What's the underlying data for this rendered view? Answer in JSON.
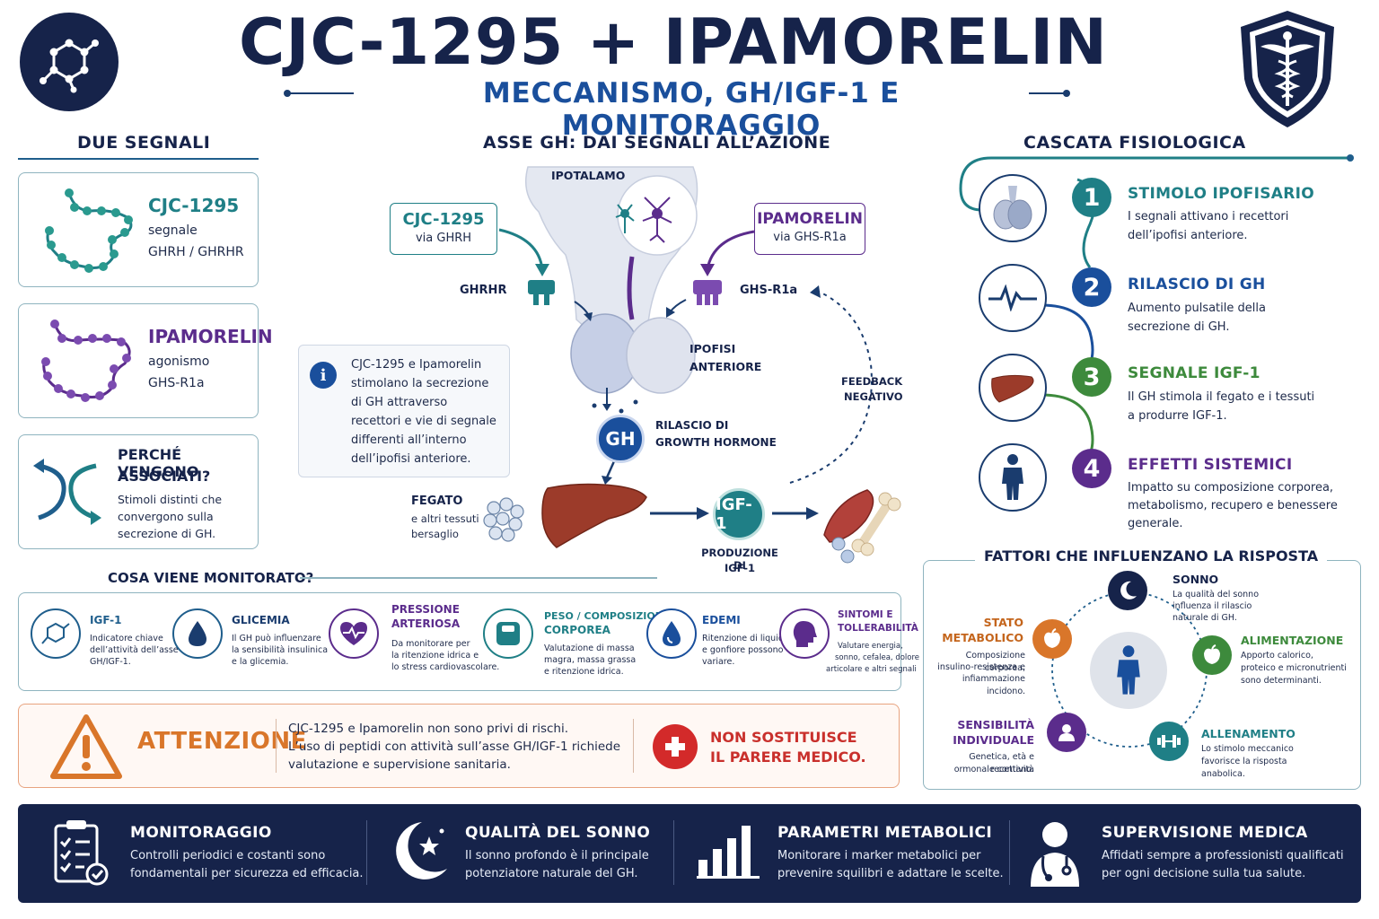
{
  "header": {
    "title": "CJC-1295 + IPAMORELIN",
    "subtitle": "MECCANISMO, GH/IGF-1 E MONITORAGGIO",
    "logo_icon": "molecule-icon",
    "badge_icon": "caduceus-shield-icon"
  },
  "due_segnali": {
    "title": "DUE SEGNALI",
    "cards": [
      {
        "name": "CJC-1295",
        "line1": "segnale",
        "line2": "GHRH / GHRHR",
        "color": "#1f7f86"
      },
      {
        "name": "IPAMORELIN",
        "line1": "agonismo",
        "line2": "GHS-R1a",
        "color": "#5b2c8c"
      }
    ],
    "why": {
      "title1": "PERCHÉ VENGONO",
      "title2": "ASSOCIATI?",
      "text1": "Stimoli distinti che",
      "text2": "convergono sulla",
      "text3": "secrezione di GH."
    }
  },
  "asse": {
    "title": "ASSE GH: DAI SEGNALI ALL’AZIONE",
    "ipotalamo": "IPOTALAMO",
    "cjc_box": {
      "name": "CJC-1295",
      "via": "via GHRH"
    },
    "ipa_box": {
      "name": "IPAMORELIN",
      "via": "via GHS-R1a"
    },
    "ghrhr": "GHRHR",
    "ghsr": "GHS-R1a",
    "ipofisi1": "IPOFISI",
    "ipofisi2": "ANTERIORE",
    "info": [
      "CJC-1295 e Ipamorelin",
      "stimolano la secrezione",
      "di GH attraverso",
      "recettori e vie di segnale",
      "differenti all’interno",
      "dell’ipofisi anteriore."
    ],
    "gh": "GH",
    "rilascio1": "RILASCIO DI",
    "rilascio2": "GROWTH HORMONE",
    "feedback1": "FEEDBACK",
    "feedback2": "NEGATIVO",
    "fegato": "FEGATO",
    "fegato_sub1": "e altri tessuti",
    "fegato_sub2": "bersaglio",
    "igf": "IGF-1",
    "produzione1": "PRODUZIONE DI",
    "produzione2": "IGF-1"
  },
  "cascata": {
    "title": "CASCATA FISIOLOGICA",
    "steps": [
      {
        "num": "1",
        "title": "STIMOLO IPOFISARIO",
        "text1": "I segnali attivano i recettori",
        "text2": "dell’ipofisi anteriore.",
        "text3": "",
        "color": "#1f7f86",
        "icon": "pituitary-icon"
      },
      {
        "num": "2",
        "title": "RILASCIO DI GH",
        "text1": "Aumento pulsatile della",
        "text2": "secrezione di GH.",
        "text3": "",
        "color": "#1a4f9c",
        "icon": "pulse-icon"
      },
      {
        "num": "3",
        "title": "SEGNALE IGF-1",
        "text1": "Il GH stimola il fegato e i tessuti",
        "text2": "a produrre IGF-1.",
        "text3": "",
        "color": "#3d8a3c",
        "icon": "liver-icon"
      },
      {
        "num": "4",
        "title": "EFFETTI SISTEMICI",
        "text1": "Impatto su composizione corporea,",
        "text2": "metabolismo, recupero e benessere",
        "text3": "generale.",
        "color": "#5b2c8c",
        "icon": "human-body-icon"
      }
    ]
  },
  "fattori": {
    "title": "FATTORI CHE INFLUENZANO LA RISPOSTA",
    "sonno": {
      "title": "SONNO",
      "t1": "La qualità del sonno",
      "t2": "influenza il rilascio",
      "t3": "naturale di GH."
    },
    "alimentazione": {
      "title": "ALIMENTAZIONE",
      "t1": "Apporto calorico,",
      "t2": "proteico e micronutrienti",
      "t3": "sono determinanti."
    },
    "allenamento": {
      "title": "ALLENAMENTO",
      "t1": "Lo stimolo meccanico",
      "t2": "favorisce la risposta",
      "t3": "anabolica."
    },
    "sensibilita": {
      "title1": "SENSIBILITÀ",
      "title2": "INDIVIDUALE",
      "t1": "Genetica, età e recettività",
      "t2": "ormonale contano."
    },
    "stato": {
      "title1": "STATO",
      "title2": "METABOLICO",
      "t1": "Composizione corporea,",
      "t2": "insulino-resistenza e",
      "t3": "infiammazione incidono."
    }
  },
  "monitorato": {
    "title": "COSA VIENE MONITORATO?",
    "items": [
      {
        "t1": "IGF-1",
        "t2": "",
        "d1": "Indicatore chiave",
        "d2": "dell’attività dell’asse",
        "d3": "GH/IGF-1.",
        "color": "#1f5e8c",
        "icon": "molecule-icon"
      },
      {
        "t1": "GLICEMIA",
        "t2": "",
        "d1": "Il GH può influenzare",
        "d2": "la sensibilità insulinica",
        "d3": "e la glicemia.",
        "color": "#1a3c6e",
        "icon": "drop-icon"
      },
      {
        "t1": "PRESSIONE",
        "t2": "ARTERIOSA",
        "d1": "Da monitorare per",
        "d2": "la ritenzione idrica e",
        "d3": "lo stress cardiovascolare.",
        "color": "#5b2c8c",
        "icon": "heart-pulse-icon"
      },
      {
        "t1": "PESO / COMPOSIZIONE",
        "t2": "CORPOREA",
        "d1": "Valutazione di massa",
        "d2": "magra, massa grassa",
        "d3": "e ritenzione idrica.",
        "color": "#1f7f86",
        "icon": "scale-icon"
      },
      {
        "t1": "EDEMI",
        "t2": "",
        "d1": "Ritenzione di liquidi",
        "d2": "e gonfiore possono",
        "d3": "variare.",
        "color": "#1a4f9c",
        "icon": "water-drop-icon"
      },
      {
        "t1": "SINTOMI E",
        "t2": "TOLLERABILITÀ",
        "d1": "Valutare energia,",
        "d2": "sonno, cefalea, dolore",
        "d3": "articolare e altri segnali",
        "color": "#5b2c8c",
        "icon": "head-icon"
      }
    ]
  },
  "attenzione": {
    "label": "ATTENZIONE",
    "t1": "CJC-1295 e Ipamorelin non sono privi di rischi.",
    "t2": "L’uso di peptidi con attività sull’asse GH/IGF-1 richiede",
    "t3": "valutazione e supervisione sanitaria.",
    "warn1": "NON SOSTITUISCE",
    "warn2": "IL PARERE MEDICO."
  },
  "footer": [
    {
      "title": "MONITORAGGIO",
      "t1": "Controlli periodici e costanti sono",
      "t2": "fondamentali per sicurezza ed efficacia.",
      "icon": "checklist-icon"
    },
    {
      "title": "QUALITÀ DEL SONNO",
      "t1": "Il sonno profondo è il principale",
      "t2": "potenziatore naturale del GH.",
      "icon": "moon-icon"
    },
    {
      "title": "PARAMETRI METABOLICI",
      "t1": "Monitorare i marker metabolici per",
      "t2": "prevenire squilibri e adattare le scelte.",
      "icon": "bar-chart-icon"
    },
    {
      "title": "SUPERVISIONE MEDICA",
      "t1": "Affidati sempre a professionisti qualificati",
      "t2": "per ogni decisione sulla tua salute.",
      "icon": "doctor-icon"
    }
  ]
}
